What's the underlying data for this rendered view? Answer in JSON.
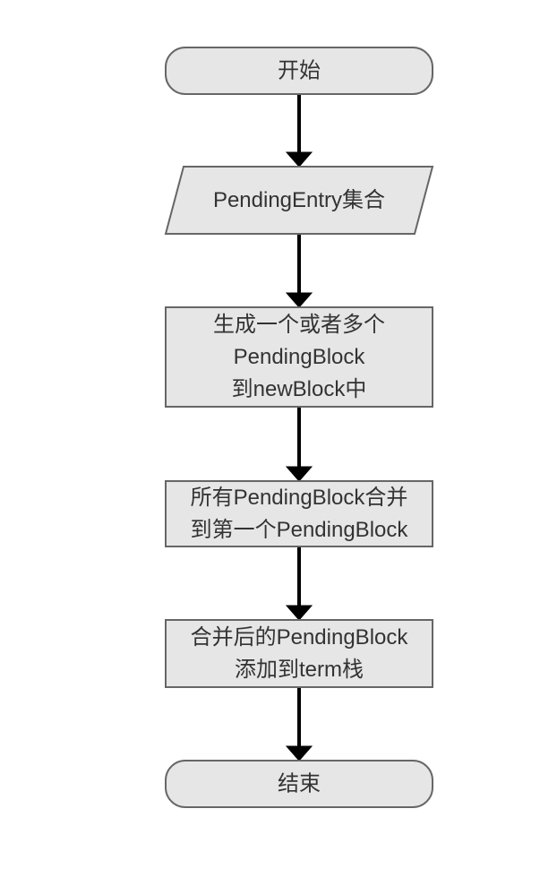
{
  "colors": {
    "node_fill": "#e6e6e6",
    "node_stroke": "#666666",
    "text": "#333333",
    "edge": "#000000"
  },
  "nodes": [
    {
      "id": "start",
      "shape": "terminator",
      "lines": [
        "开始"
      ]
    },
    {
      "id": "input",
      "shape": "parallelogram",
      "lines": [
        "PendingEntry集合"
      ]
    },
    {
      "id": "generate",
      "shape": "process",
      "lines": [
        "生成一个或者多个",
        "PendingBlock",
        "到newBlock中"
      ]
    },
    {
      "id": "merge",
      "shape": "process",
      "lines": [
        "所有PendingBlock合并",
        "到第一个PendingBlock"
      ]
    },
    {
      "id": "push",
      "shape": "process",
      "lines": [
        "合并后的PendingBlock",
        "添加到term栈"
      ]
    },
    {
      "id": "end",
      "shape": "terminator",
      "lines": [
        "结束"
      ]
    }
  ],
  "edges": [
    {
      "from": "start",
      "to": "input"
    },
    {
      "from": "input",
      "to": "generate"
    },
    {
      "from": "generate",
      "to": "merge"
    },
    {
      "from": "merge",
      "to": "push"
    },
    {
      "from": "push",
      "to": "end"
    }
  ]
}
